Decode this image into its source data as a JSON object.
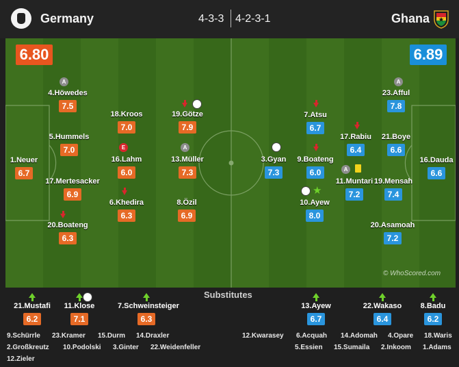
{
  "header": {
    "home_team": "Germany",
    "away_team": "Ghana",
    "home_formation": "4-3-3",
    "away_formation": "4-2-3-1"
  },
  "ratings": {
    "home": "6.80",
    "away": "6.89",
    "home_color": "#e8561f",
    "away_color": "#1a8fd9"
  },
  "home_players": [
    {
      "name": "1.Neuer",
      "rating": "6.7"
    },
    {
      "name": "4.Höwedes",
      "rating": "7.5"
    },
    {
      "name": "5.Hummels",
      "rating": "7.0"
    },
    {
      "name": "17.Mertesacker",
      "rating": "6.9"
    },
    {
      "name": "20.Boateng",
      "rating": "6.3"
    },
    {
      "name": "18.Kroos",
      "rating": "7.0"
    },
    {
      "name": "16.Lahm",
      "rating": "6.0"
    },
    {
      "name": "6.Khedira",
      "rating": "6.3"
    },
    {
      "name": "19.Götze",
      "rating": "7.9"
    },
    {
      "name": "13.Müller",
      "rating": "7.3"
    },
    {
      "name": "8.Özil",
      "rating": "6.9"
    }
  ],
  "away_players": [
    {
      "name": "16.Dauda",
      "rating": "6.6"
    },
    {
      "name": "23.Afful",
      "rating": "7.8"
    },
    {
      "name": "21.Boye",
      "rating": "6.6"
    },
    {
      "name": "19.Mensah",
      "rating": "7.4"
    },
    {
      "name": "20.Asamoah",
      "rating": "7.2"
    },
    {
      "name": "17.Rabiu",
      "rating": "6.4"
    },
    {
      "name": "11.Muntari",
      "rating": "7.2"
    },
    {
      "name": "7.Atsu",
      "rating": "6.7"
    },
    {
      "name": "9.Boateng",
      "rating": "6.0"
    },
    {
      "name": "10.Ayew",
      "rating": "8.0"
    },
    {
      "name": "3.Gyan",
      "rating": "7.3"
    }
  ],
  "icons": {
    "captain_letter": "A",
    "error_letter": "E"
  },
  "watermark": "© WhoScored.com",
  "substitutes": {
    "title": "Substitutes",
    "home": [
      {
        "name": "21.Mustafi",
        "rating": "6.2"
      },
      {
        "name": "11.Klose",
        "rating": "7.1"
      },
      {
        "name": "7.Schweinsteiger",
        "rating": "6.3"
      }
    ],
    "away": [
      {
        "name": "13.Ayew",
        "rating": "6.7"
      },
      {
        "name": "22.Wakaso",
        "rating": "6.4"
      },
      {
        "name": "8.Badu",
        "rating": "6.2"
      }
    ],
    "home_bench": [
      "9.Schürrle",
      "23.Kramer",
      "15.Durm",
      "14.Draxler",
      "2.Großkreutz",
      "10.Podolski",
      "3.Ginter",
      "22.Weidenfeller",
      "12.Zieler"
    ],
    "away_bench": [
      "12.Kwarasey",
      "6.Acquah",
      "14.Adomah",
      "4.Opare",
      "18.Waris",
      "5.Essien",
      "15.Sumaila",
      "2.Inkoom",
      "1.Adams"
    ]
  }
}
